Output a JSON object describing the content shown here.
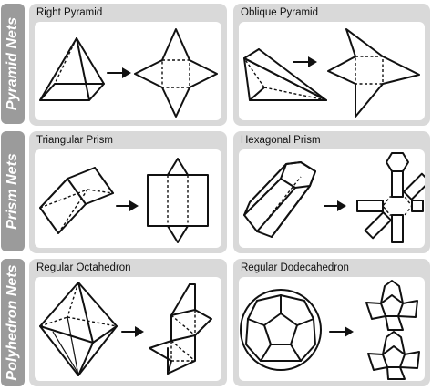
{
  "rows": [
    {
      "label": "Pyramid Nets",
      "panels": [
        {
          "title": "Right Pyramid"
        },
        {
          "title": "Oblique Pyramid"
        }
      ]
    },
    {
      "label": "Prism Nets",
      "panels": [
        {
          "title": "Triangular Prism"
        },
        {
          "title": "Hexagonal Prism"
        }
      ]
    },
    {
      "label": "Polyhedron Nets",
      "panels": [
        {
          "title": "Regular Octahedron"
        },
        {
          "title": "Regular Dodecahedron"
        }
      ]
    }
  ],
  "colors": {
    "tab": "#9b9b9b",
    "panel": "#d9d9d9",
    "ink": "#111111"
  }
}
